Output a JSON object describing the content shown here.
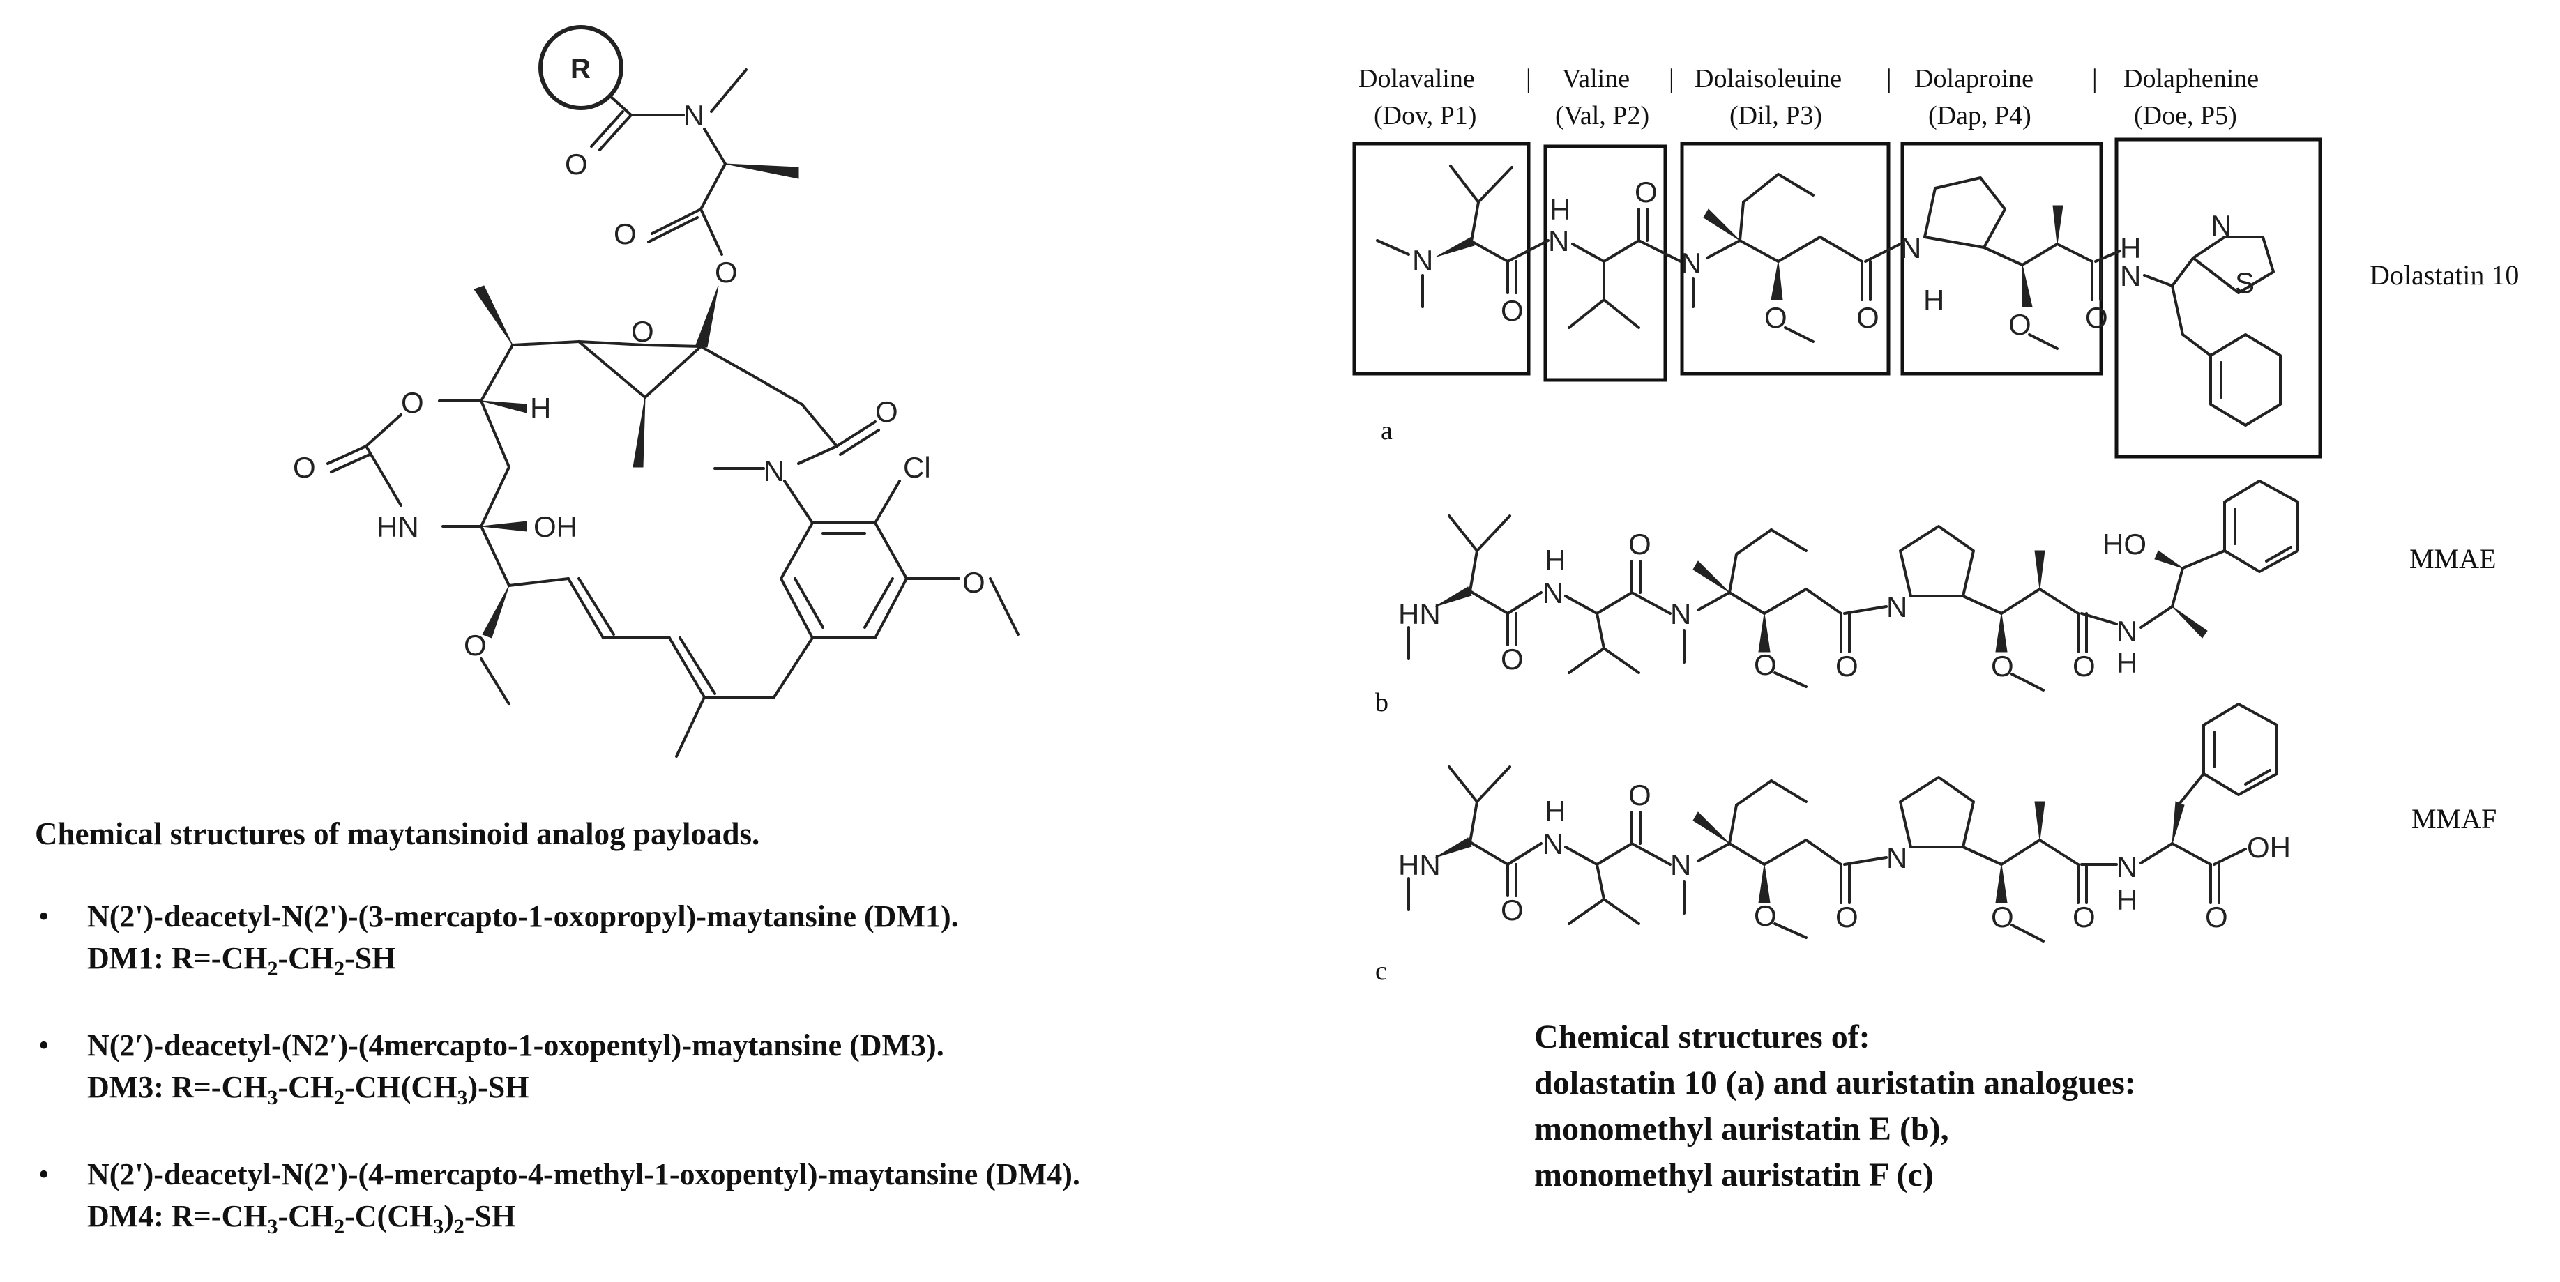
{
  "maytansine": {
    "r_group": "R",
    "atoms": {
      "n": "N",
      "o": "O",
      "h": "H",
      "oh": "OH",
      "cl": "Cl",
      "hn": "HN"
    }
  },
  "left_caption": "Chemical structures of maytansinoid analog payloads.",
  "bullets": [
    {
      "name": "N(2')-deacetyl-N(2')-(3-mercapto-1-oxopropyl)-maytansine (DM1).",
      "formula_parts": [
        "DM1: R=-CH",
        "2",
        "-CH",
        "2",
        "-SH"
      ]
    },
    {
      "name": "N(2′)-deacetyl-(N2′)-(4mercapto-1-oxopentyl)-maytansine (DM3).",
      "formula_parts": [
        "DM3: R=-CH",
        "3",
        "-CH",
        "2",
        "-CH(CH",
        "3",
        ")-SH"
      ]
    },
    {
      "name": "N(2')-deacetyl-N(2')-(4-mercapto-4-methyl-1-oxopentyl)-maytansine (DM4).",
      "formula_parts": [
        "DM4: R=-CH",
        "3",
        "-CH",
        "2",
        "-C(CH",
        "3",
        ")",
        "2",
        "-SH"
      ]
    }
  ],
  "bullet_symbol": "•",
  "dolastatin": {
    "units": [
      {
        "name": "Dolavaline",
        "abbr": "(Dov, P1)"
      },
      {
        "name": "Valine",
        "abbr": "(Val, P2)"
      },
      {
        "name": "Dolaisoleuine",
        "abbr": "(Dil, P3)"
      },
      {
        "name": "Dolaproine",
        "abbr": "(Dap, P4)"
      },
      {
        "name": "Dolaphenine",
        "abbr": "(Doe, P5)"
      }
    ],
    "separator": "|",
    "compound_label": "Dolastatin 10",
    "panel_letter": "a",
    "atoms": {
      "n": "N",
      "h": "H",
      "o": "O",
      "s": "S"
    }
  },
  "mmae": {
    "compound_label": "MMAE",
    "panel_letter": "b",
    "atoms": {
      "hn": "HN",
      "n": "N",
      "h": "H",
      "o": "O",
      "ho": "HO"
    }
  },
  "mmaf": {
    "compound_label": "MMAF",
    "panel_letter": "c",
    "atoms": {
      "hn": "HN",
      "n": "N",
      "h": "H",
      "o": "O",
      "oh": "OH"
    }
  },
  "right_caption": [
    "Chemical structures of:",
    "dolastatin 10 (a) and auristatin analogues:",
    "monomethyl auristatin E  (b),",
    "monomethyl auristatin F (c)"
  ]
}
